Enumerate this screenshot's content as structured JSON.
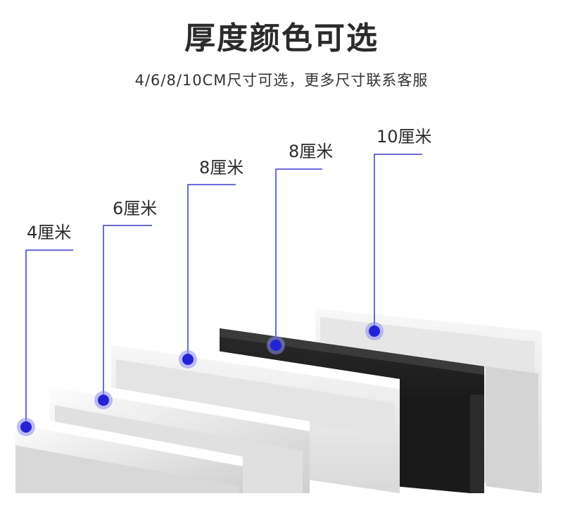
{
  "title": "厚度颜色可选",
  "subtitle": "4/6/8/10CM尺寸可选，更多尺寸联系客服",
  "labels": [
    "4厘米",
    "6厘米",
    "8厘米",
    "8厘米",
    "10厘米"
  ],
  "colors": {
    "marker": "#2323d6",
    "marker_glow": "#8c8cf0",
    "leader_line": "#3a3ad0",
    "profile_white": "#f1f1f1",
    "profile_shadow": "#cfcfcf",
    "profile_black": "#0d0d0d"
  }
}
